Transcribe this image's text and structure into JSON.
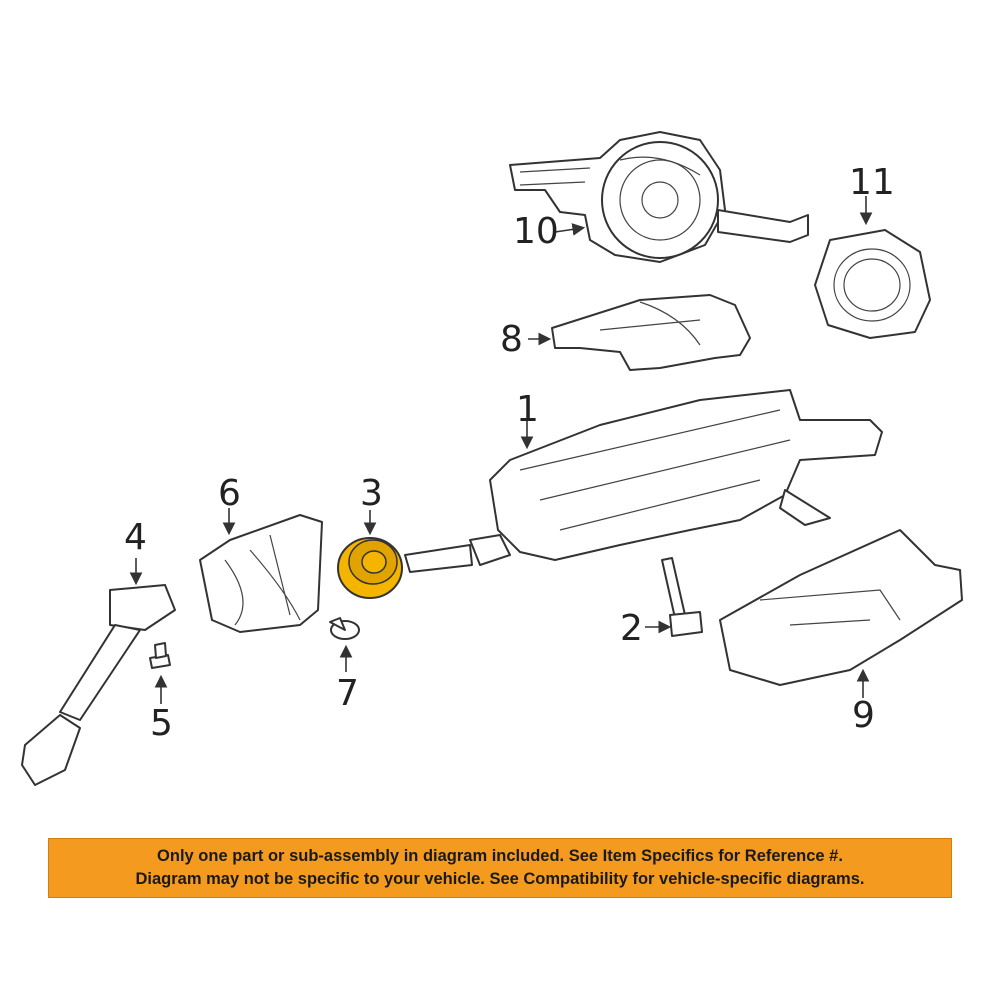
{
  "callouts": {
    "c1": "1",
    "c2": "2",
    "c3": "3",
    "c4": "4",
    "c5": "5",
    "c6": "6",
    "c7": "7",
    "c8": "8",
    "c9": "9",
    "c10": "10",
    "c11": "11"
  },
  "highlight_color": "#f5b400",
  "banner": {
    "color": "#f39a1f",
    "line1": "Only one part or sub-assembly in diagram included. See Item Specifics for Reference #.",
    "line2": "Diagram may not be specific to your vehicle. See Compatibility for vehicle-specific diagrams."
  }
}
